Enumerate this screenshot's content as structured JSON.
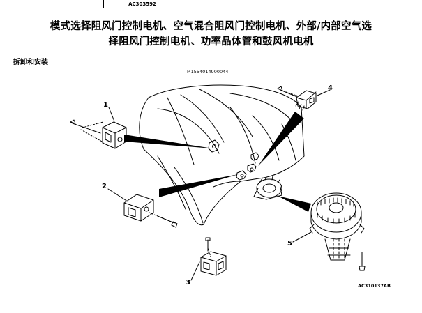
{
  "header": {
    "ref_code": "AC303592",
    "title_line1": "模式选择阻风门控制电机、空气混合阻风门控制电机、外部/内部空气选",
    "title_line2": "择阻风门控制电机、功率晶体管和鼓风机电机",
    "subtitle": "拆卸和安装"
  },
  "figure": {
    "figure_code": "M1554014900044",
    "diagram_code": "AC310137AB",
    "callouts": [
      "1",
      "2",
      "3",
      "4",
      "5"
    ]
  }
}
